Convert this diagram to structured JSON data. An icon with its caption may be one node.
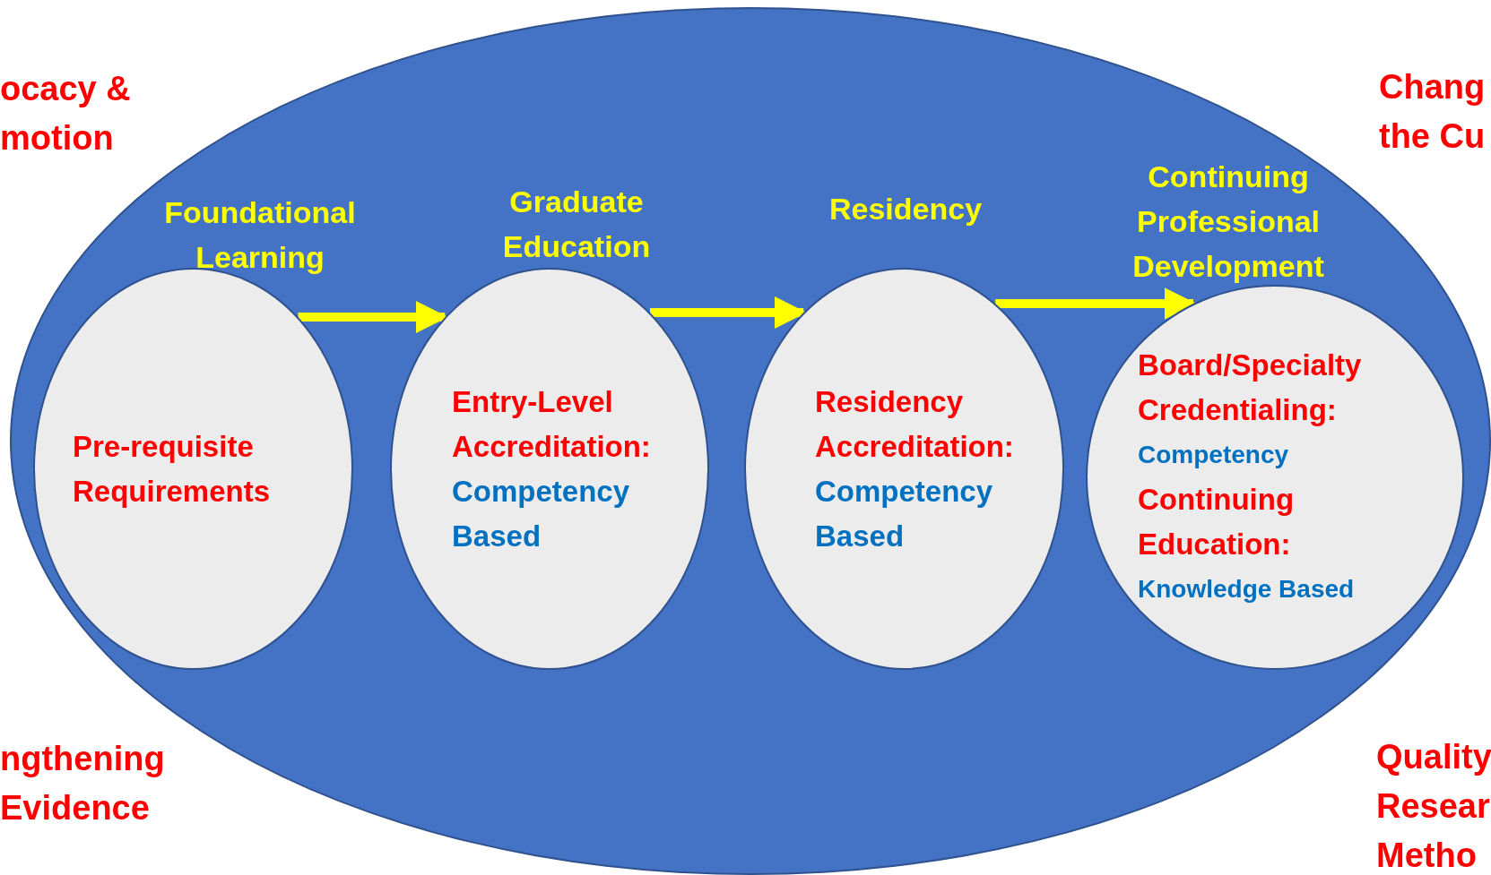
{
  "diagram": {
    "nodes": [
      {
        "text": [],
        "shape": "circle"
      },
      {
        "text": [
          "Foundational Learning",
          "Pre-requisite Requirements"
        ],
        "in": 0
      },
      {
        "text": [
          "Graduate Education",
          "Entry-Level Accreditation:",
          "Competency Based"
        ],
        "in": 0
      },
      {
        "text": [
          "Residency",
          "Residency Accreditation:",
          "Competency Based"
        ],
        "in": 0
      },
      {
        "text": [
          "Continuing Professional Development",
          "Board/Specialty Credentialing:",
          "Competency",
          "Continuing Education:",
          "Knowledge Based"
        ],
        "in": 0
      }
    ],
    "edges": [
      {
        "from": 1,
        "to": 2,
        "arrow": "to"
      },
      {
        "from": 2,
        "to": 3,
        "arrow": "to"
      },
      {
        "from": 3,
        "to": 4,
        "arrow": "to"
      }
    ],
    "labels": [
      "ocacy & motion",
      "Chang the Cu",
      "ngthening Evidence",
      "Quality Resear Metho"
    ]
  }
}
